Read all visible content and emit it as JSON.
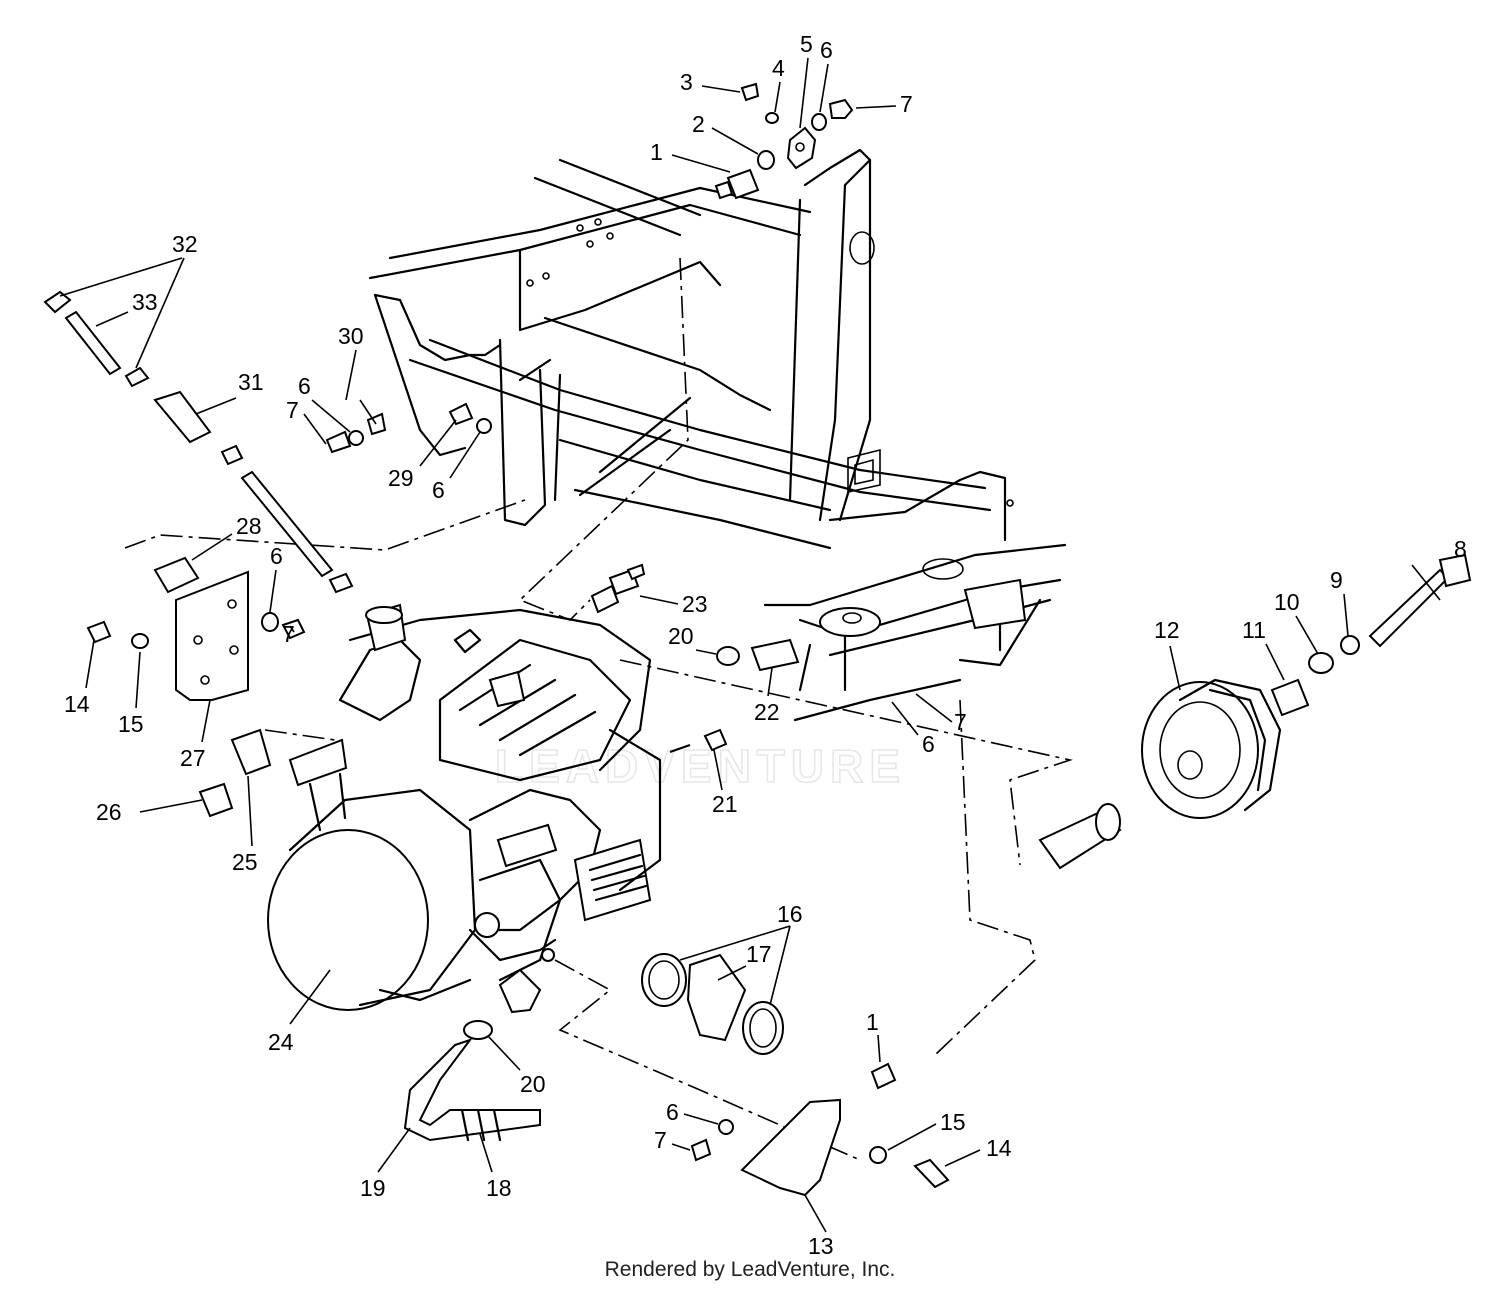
{
  "watermark": "LEADVENTURE",
  "footer": "Rendered by LeadVenture, Inc.",
  "callouts": [
    {
      "id": "c1a",
      "text": "1"
    },
    {
      "id": "c1b",
      "text": "1"
    },
    {
      "id": "c2",
      "text": "2"
    },
    {
      "id": "c3",
      "text": "3"
    },
    {
      "id": "c4",
      "text": "4"
    },
    {
      "id": "c5",
      "text": "5"
    },
    {
      "id": "c6a",
      "text": "6"
    },
    {
      "id": "c6b",
      "text": "6"
    },
    {
      "id": "c6c",
      "text": "6"
    },
    {
      "id": "c6d",
      "text": "6"
    },
    {
      "id": "c6e",
      "text": "6"
    },
    {
      "id": "c6f",
      "text": "6"
    },
    {
      "id": "c7a",
      "text": "7"
    },
    {
      "id": "c7b",
      "text": "7"
    },
    {
      "id": "c7c",
      "text": "7"
    },
    {
      "id": "c7d",
      "text": "7"
    },
    {
      "id": "c7e",
      "text": "7"
    },
    {
      "id": "c8",
      "text": "8"
    },
    {
      "id": "c9",
      "text": "9"
    },
    {
      "id": "c10",
      "text": "10"
    },
    {
      "id": "c11",
      "text": "11"
    },
    {
      "id": "c12",
      "text": "12"
    },
    {
      "id": "c13",
      "text": "13"
    },
    {
      "id": "c14a",
      "text": "14"
    },
    {
      "id": "c14b",
      "text": "14"
    },
    {
      "id": "c15a",
      "text": "15"
    },
    {
      "id": "c15b",
      "text": "15"
    },
    {
      "id": "c16",
      "text": "16"
    },
    {
      "id": "c17",
      "text": "17"
    },
    {
      "id": "c18",
      "text": "18"
    },
    {
      "id": "c19",
      "text": "19"
    },
    {
      "id": "c20a",
      "text": "20"
    },
    {
      "id": "c20b",
      "text": "20"
    },
    {
      "id": "c21",
      "text": "21"
    },
    {
      "id": "c22",
      "text": "22"
    },
    {
      "id": "c23",
      "text": "23"
    },
    {
      "id": "c24",
      "text": "24"
    },
    {
      "id": "c25",
      "text": "25"
    },
    {
      "id": "c26",
      "text": "26"
    },
    {
      "id": "c27",
      "text": "27"
    },
    {
      "id": "c28",
      "text": "28"
    },
    {
      "id": "c29",
      "text": "29"
    },
    {
      "id": "c30",
      "text": "30"
    },
    {
      "id": "c31",
      "text": "31"
    },
    {
      "id": "c32",
      "text": "32"
    },
    {
      "id": "c33",
      "text": "33"
    }
  ]
}
